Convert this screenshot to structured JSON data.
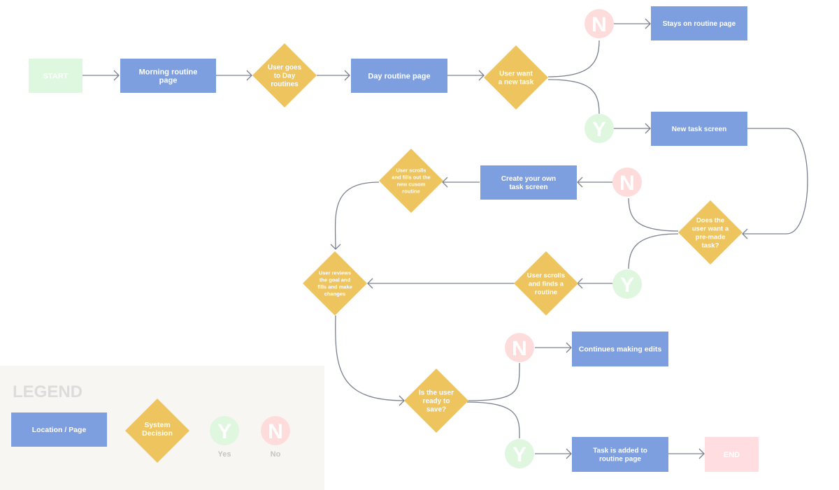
{
  "colors": {
    "page": "#7e9fdf",
    "decision": "#eec45e",
    "start": "#def7df",
    "start_text": "#5cbf5c",
    "end": "#ffdde0",
    "end_text": "#f07a86",
    "yes_circle": "#dff6df",
    "yes_text": "#4aa84a",
    "no_circle": "#ffdcdc",
    "no_text": "#e06c6c",
    "edge": "#7a8090"
  },
  "nodes": {
    "start": "START",
    "morning": [
      "Morning routine",
      "page"
    ],
    "goes_day": [
      "User goes",
      "to Day",
      "routines"
    ],
    "day_page": [
      "Day routine page"
    ],
    "want_task": [
      "User want",
      "a new task"
    ],
    "n1": "N",
    "stays": [
      "Stays on routine page"
    ],
    "y1": "Y",
    "new_task": [
      "New task screen"
    ],
    "premade": [
      "Does the",
      "user want a",
      "pre-made",
      "task?"
    ],
    "n2": "N",
    "create": [
      "Create your own",
      "task screen"
    ],
    "fill_custom": [
      "User scrolls",
      "and fills out the",
      "new cusom",
      "routine"
    ],
    "y2": "Y",
    "finds": [
      "User scrolls",
      "and finds a",
      "routine"
    ],
    "review": [
      "User reviews",
      "the goal and",
      "fills and make",
      "changes"
    ],
    "ready": [
      "Is the user",
      "ready to",
      "save?"
    ],
    "n3": "N",
    "edits": [
      "Continues making edits"
    ],
    "y3": "Y",
    "added": [
      "Task is added to",
      "routine page"
    ],
    "end": "END"
  },
  "legend": {
    "title": "LEGEND",
    "page_label": "Location / Page",
    "decision_label": [
      "System",
      "Decision"
    ],
    "yes_letter": "Y",
    "yes_caption": "Yes",
    "no_letter": "N",
    "no_caption": "No"
  }
}
